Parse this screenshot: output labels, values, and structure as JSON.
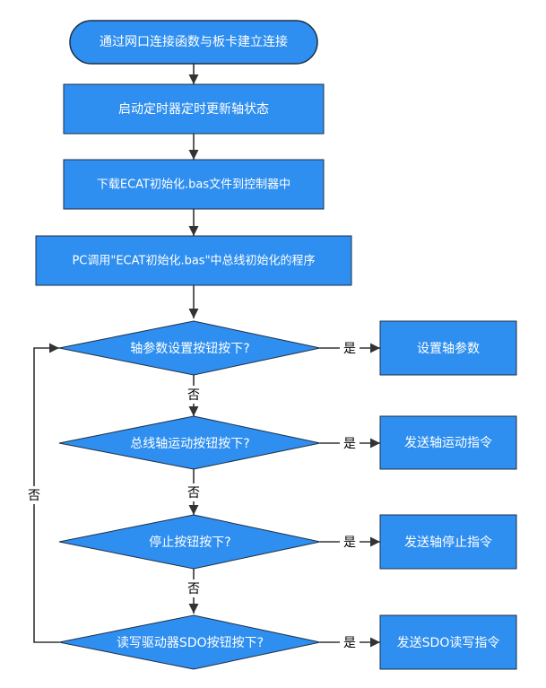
{
  "colors": {
    "node_fill": "#2f8ff0",
    "node_stroke": "#1e2f45",
    "edge": "#333333",
    "label": "#000000"
  },
  "nodes": {
    "start": "通过网口连接函数与板卡建立连接",
    "step1": "启动定时器定时更新轴状态",
    "step2": "下载ECAT初始化.bas文件到控制器中",
    "step3": "PC调用\"ECAT初始化.bas\"中总线初始化的程序",
    "decision1": "轴参数设置按钮按下?",
    "decision2": "总线轴运动按钮按下?",
    "decision3": "停止按钮按下?",
    "decision4": "读写驱动器SDO按钮按下?",
    "action1": "设置轴参数",
    "action2": "发送轴运动指令",
    "action3": "发送轴停止指令",
    "action4": "发送SDO读写指令"
  },
  "labels": {
    "yes": "是",
    "no": "否"
  }
}
